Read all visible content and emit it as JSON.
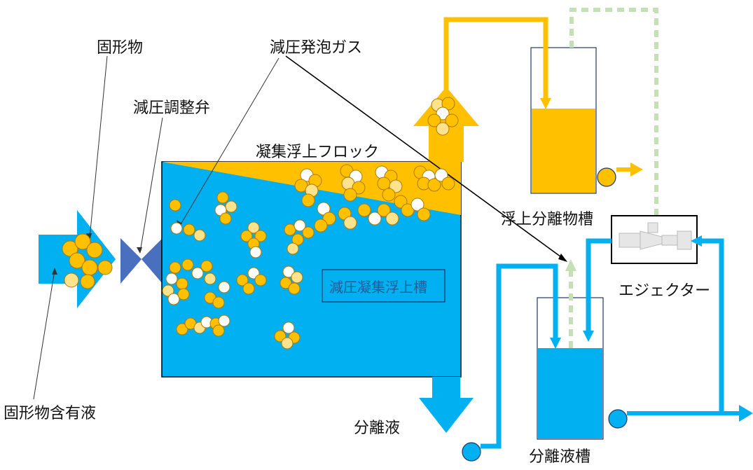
{
  "labels": {
    "solids": "固形物",
    "degas_gas": "減圧発泡ガス",
    "valve": "減圧調整弁",
    "floc": "凝集浮上フロック",
    "float_tank": "浮上分離物槽",
    "ejector": "エジェクター",
    "main_tank": "減圧凝集浮上槽",
    "separated_liquid": "分離液",
    "separated_tank": "分離液槽",
    "feed_liquid": "固形物含有液"
  },
  "colors": {
    "water": "#00b0f0",
    "floc": "#ffc000",
    "particle_edge": "#b07a00",
    "particle_light": "#ffe38c",
    "valve": "#4a6fbf",
    "gas_dash": "#c5e0b4",
    "box_outline": "#1f3864",
    "black": "#000000"
  }
}
